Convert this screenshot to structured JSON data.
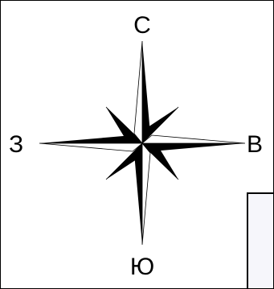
{
  "compass": {
    "north": "С",
    "east": "В",
    "south": "Ю",
    "west": "З"
  },
  "colors": {
    "ink": "#000000",
    "paper": "#ffffff",
    "panel": "#f6f6fb"
  }
}
